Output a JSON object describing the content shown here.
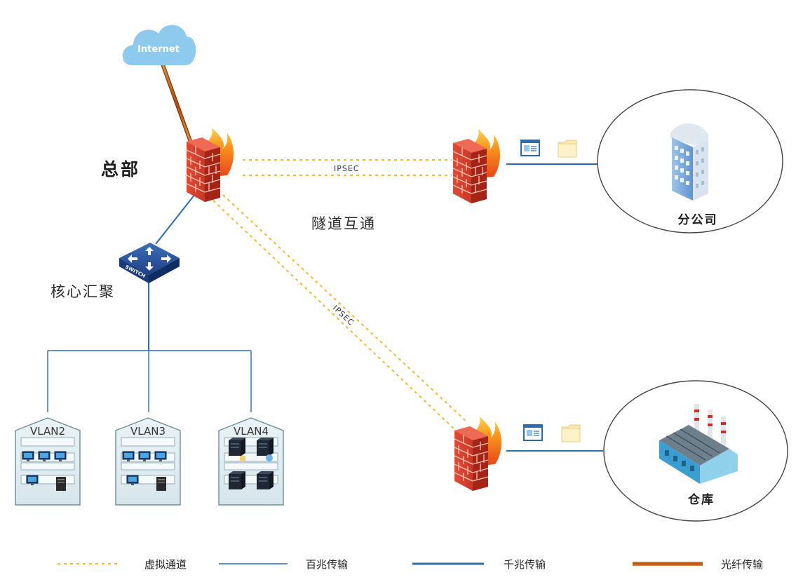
{
  "nodes": {
    "internet": {
      "label": "Internet"
    },
    "hq": {
      "label": "总部"
    },
    "core": {
      "label": "核心汇聚",
      "switch_label": "SWITCH"
    },
    "tunnel": {
      "label": "隧道互通"
    },
    "branch": {
      "label": "分公司"
    },
    "warehouse": {
      "label": "仓库"
    },
    "vlans": [
      {
        "label": "VLAN2"
      },
      {
        "label": "VLAN3"
      },
      {
        "label": "VLAN4"
      }
    ]
  },
  "links": {
    "ipsec_branch": "IPSEC",
    "ipsec_warehouse": "IPSEC"
  },
  "legend": [
    {
      "label": "虚拟通道",
      "style": "dotted",
      "color": "#f5b730"
    },
    {
      "label": "百兆传输",
      "style": "thin",
      "color": "#2a6db3"
    },
    {
      "label": "千兆传输",
      "style": "thick",
      "color": "#2a6db3"
    },
    {
      "label": "光纤传输",
      "style": "fiber",
      "color": "#c55a11"
    }
  ],
  "colors": {
    "cloud": "#8ec9ee",
    "firewall_brick": "#d23a2a",
    "flame": "#f7941d",
    "link_blue": "#2a6db3",
    "tunnel_yellow": "#f5b730"
  }
}
